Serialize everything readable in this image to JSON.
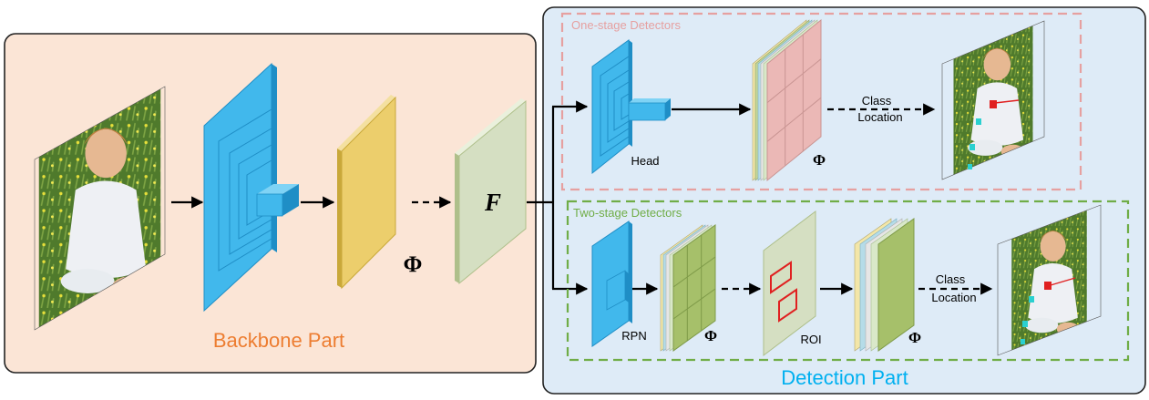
{
  "backbone": {
    "title": "Backbone Part",
    "phi": "Φ",
    "feature": "F"
  },
  "detection": {
    "title": "Detection Part",
    "one_stage": {
      "title": "One-stage Detectors",
      "head_label": "Head",
      "phi": "Φ",
      "class_label": "Class",
      "location_label": "Location"
    },
    "two_stage": {
      "title": "Two-stage Detectors",
      "rpn_label": "RPN",
      "phi1": "Φ",
      "roi_label": "ROI",
      "phi2": "Φ",
      "class_label": "Class",
      "location_label": "Location"
    }
  },
  "colors": {
    "backbone_bg": "#fbe5d6",
    "detection_bg": "#deebf7",
    "one_stage_border": "#e6a0a0",
    "two_stage_border": "#70ad47",
    "backbone_title": "#ed7d31",
    "detection_title": "#00b0f0",
    "one_stage_title": "#e6a0a0",
    "two_stage_title": "#70ad47",
    "conv_blue": "#41b8ec",
    "feature_yellow": "#ecce6c",
    "feature_green": "#d5dfc2",
    "grid_pink": "#ebb8b6",
    "grid_green": "#a6c06a",
    "roi_red": "#e02020"
  }
}
